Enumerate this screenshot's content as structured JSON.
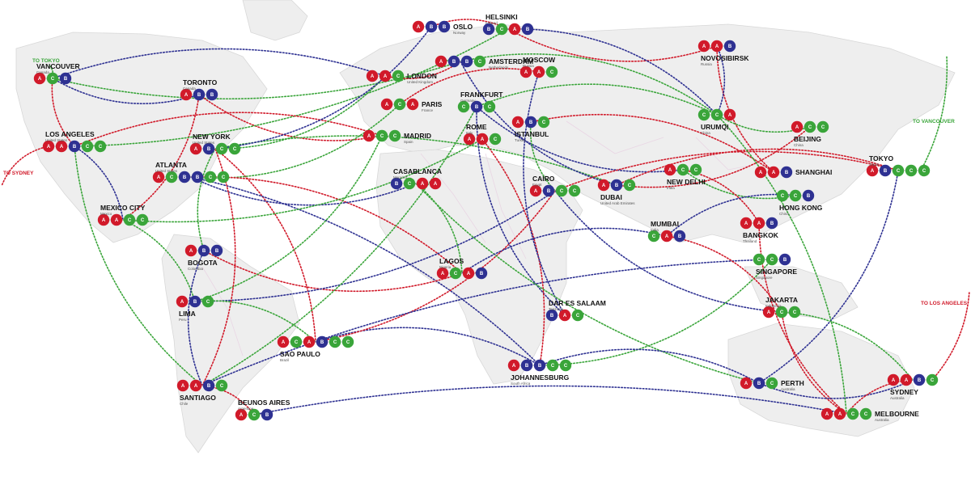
{
  "colors": {
    "A": "#d11a2a",
    "B": "#2e3192",
    "C": "#3aa53a",
    "landmass": "#eeeeee",
    "land_outline": "#d8d8d8",
    "border_line": "#e9d6e4"
  },
  "network": {
    "cities": [
      {
        "id": "vancouver",
        "name": "VANCOUVER",
        "country": "Canada",
        "nodes": [
          "A",
          "C",
          "B"
        ]
      },
      {
        "id": "toronto",
        "name": "TORONTO",
        "country": "Canada",
        "nodes": [
          "A",
          "B",
          "B"
        ]
      },
      {
        "id": "losangeles",
        "name": "LOS ANGELES",
        "country": "United States",
        "nodes": [
          "A",
          "A",
          "B",
          "C",
          "C"
        ]
      },
      {
        "id": "newyork",
        "name": "NEW YORK",
        "country": "United States",
        "nodes": [
          "A",
          "B",
          "C",
          "C"
        ]
      },
      {
        "id": "atlanta",
        "name": "ATLANTA",
        "country": "United States",
        "nodes": [
          "A",
          "C",
          "B",
          "B",
          "C",
          "C"
        ]
      },
      {
        "id": "mexicocity",
        "name": "MEXICO CITY",
        "country": "Mexico",
        "nodes": [
          "A",
          "A",
          "C",
          "C"
        ]
      },
      {
        "id": "bogota",
        "name": "BOGOTA",
        "country": "Colombia",
        "nodes": [
          "A",
          "B",
          "B"
        ]
      },
      {
        "id": "lima",
        "name": "LIMA",
        "country": "Peru",
        "nodes": [
          "A",
          "B",
          "C"
        ]
      },
      {
        "id": "saopaulo",
        "name": "SAO PAULO",
        "country": "Brazil",
        "nodes": [
          "A",
          "C",
          "A",
          "B",
          "C",
          "C"
        ]
      },
      {
        "id": "santiago",
        "name": "SANTIAGO",
        "country": "Chile",
        "nodes": [
          "A",
          "A",
          "B",
          "C"
        ]
      },
      {
        "id": "buenosaires",
        "name": "BEUNOS AIRES",
        "country": "Argentine",
        "nodes": [
          "A",
          "C",
          "B"
        ]
      },
      {
        "id": "oslo",
        "name": "OSLO",
        "country": "Norway",
        "nodes": [
          "A",
          "B",
          "B"
        ]
      },
      {
        "id": "helsinki",
        "name": "HELSINKI",
        "country": "Finland",
        "nodes": [
          "B",
          "C",
          "A",
          "B"
        ]
      },
      {
        "id": "london",
        "name": "LONDON",
        "country": "United Kingdom",
        "nodes": [
          "A",
          "A",
          "C"
        ]
      },
      {
        "id": "amsterdam",
        "name": "AMSTERDAM",
        "country": "Netherlands",
        "nodes": [
          "A",
          "B",
          "B",
          "C"
        ]
      },
      {
        "id": "paris",
        "name": "PARIS",
        "country": "France",
        "nodes": [
          "A",
          "C",
          "A"
        ]
      },
      {
        "id": "frankfurt",
        "name": "FRANKFURT",
        "country": "Germany",
        "nodes": [
          "C",
          "B",
          "C"
        ]
      },
      {
        "id": "madrid",
        "name": "MADRID",
        "country": "Spain",
        "nodes": [
          "A",
          "C",
          "C"
        ]
      },
      {
        "id": "rome",
        "name": "ROME",
        "country": "Italy",
        "nodes": [
          "A",
          "A",
          "C"
        ]
      },
      {
        "id": "moscow",
        "name": "MOSCOW",
        "country": "Russia",
        "nodes": [
          "A",
          "A",
          "C"
        ]
      },
      {
        "id": "istanbul",
        "name": "ISTANBUL",
        "country": "Turkey",
        "nodes": [
          "A",
          "B",
          "C"
        ]
      },
      {
        "id": "casablanca",
        "name": "CASABLANCA",
        "country": "Morocco",
        "nodes": [
          "B",
          "C",
          "A",
          "A"
        ]
      },
      {
        "id": "cairo",
        "name": "CAIRO",
        "country": "Egypt",
        "nodes": [
          "A",
          "B",
          "C",
          "C"
        ]
      },
      {
        "id": "lagos",
        "name": "LAGOS",
        "country": "Nigeria",
        "nodes": [
          "A",
          "C",
          "A",
          "B"
        ]
      },
      {
        "id": "dubai",
        "name": "DUBAI",
        "country": "United Arab Emirates",
        "nodes": [
          "A",
          "B",
          "C"
        ]
      },
      {
        "id": "daressalaam",
        "name": "DAR ES SALAAM",
        "country": "Tanzania",
        "nodes": [
          "B",
          "A",
          "C"
        ]
      },
      {
        "id": "johannesburg",
        "name": "JOHANNESBURG",
        "country": "South Africa",
        "nodes": [
          "A",
          "B",
          "B",
          "C",
          "C"
        ]
      },
      {
        "id": "novosibirsk",
        "name": "NOVOSIBIRSK",
        "country": "Russia",
        "nodes": [
          "A",
          "A",
          "B"
        ]
      },
      {
        "id": "urumqi",
        "name": "URUMQI",
        "country": "China",
        "nodes": [
          "C",
          "C",
          "A"
        ]
      },
      {
        "id": "beijing",
        "name": "BEIJING",
        "country": "China",
        "nodes": [
          "A",
          "C",
          "C"
        ]
      },
      {
        "id": "newdelhi",
        "name": "NEW DELHI",
        "country": "India",
        "nodes": [
          "A",
          "C",
          "C"
        ]
      },
      {
        "id": "shanghai",
        "name": "SHANGHAI",
        "country": "",
        "nodes": [
          "A",
          "A",
          "B"
        ]
      },
      {
        "id": "tokyo",
        "name": "TOKYO",
        "country": "Japan",
        "nodes": [
          "A",
          "B",
          "C",
          "C",
          "C"
        ]
      },
      {
        "id": "hongkong",
        "name": "HONG KONG",
        "country": "China",
        "nodes": [
          "C",
          "C",
          "B"
        ]
      },
      {
        "id": "mumbai",
        "name": "MUMBAI",
        "country": "India",
        "nodes": [
          "C",
          "A",
          "B"
        ]
      },
      {
        "id": "bangkok",
        "name": "BANGKOK",
        "country": "Thailand",
        "nodes": [
          "A",
          "A",
          "B"
        ]
      },
      {
        "id": "singapore",
        "name": "SINGAPORE",
        "country": "Singapore",
        "nodes": [
          "C",
          "C",
          "B"
        ]
      },
      {
        "id": "jakarta",
        "name": "JAKARTA",
        "country": "Indonesia",
        "nodes": [
          "A",
          "C",
          "C"
        ]
      },
      {
        "id": "perth",
        "name": "PERTH",
        "country": "Australia",
        "nodes": [
          "A",
          "B",
          "C"
        ]
      },
      {
        "id": "sydney",
        "name": "SYDNEY",
        "country": "Australia",
        "nodes": [
          "A",
          "A",
          "B",
          "C"
        ]
      },
      {
        "id": "melbourne",
        "name": "MELBOURNE",
        "country": "Australia",
        "nodes": [
          "A",
          "A",
          "C",
          "C"
        ]
      }
    ],
    "edge_labels": [
      {
        "text": "TO TOKYO",
        "color": "C"
      },
      {
        "text": "TO SYDNEY",
        "color": "A"
      },
      {
        "text": "TO VANCOUVER",
        "color": "C"
      },
      {
        "text": "TO LOS ANGELES",
        "color": "A"
      }
    ],
    "connections": [
      [
        "vancouver",
        "amsterdam",
        "C"
      ],
      [
        "vancouver",
        "london",
        "B"
      ],
      [
        "vancouver",
        "losangeles",
        "A"
      ],
      [
        "toronto",
        "vancouver",
        "B"
      ],
      [
        "toronto",
        "madrid",
        "A"
      ],
      [
        "toronto",
        "mexicocity",
        "A"
      ],
      [
        "losangeles",
        "helsinki",
        "C"
      ],
      [
        "losangeles",
        "madrid",
        "A"
      ],
      [
        "losangeles",
        "santiago",
        "C"
      ],
      [
        "losangeles",
        "mexicocity",
        "B"
      ],
      [
        "newyork",
        "london",
        "C"
      ],
      [
        "newyork",
        "dubai",
        "C"
      ],
      [
        "newyork",
        "oslo",
        "B"
      ],
      [
        "newyork",
        "saopaulo",
        "A"
      ],
      [
        "atlanta",
        "paris",
        "C"
      ],
      [
        "atlanta",
        "lagos",
        "A"
      ],
      [
        "atlanta",
        "casablanca",
        "B"
      ],
      [
        "atlanta",
        "johannesburg",
        "B"
      ],
      [
        "mexicocity",
        "rome",
        "C"
      ],
      [
        "mexicocity",
        "lima",
        "C"
      ],
      [
        "bogota",
        "lagos",
        "A"
      ],
      [
        "bogota",
        "newyork",
        "C"
      ],
      [
        "lima",
        "cairo",
        "B"
      ],
      [
        "lima",
        "saopaulo",
        "C"
      ],
      [
        "lima",
        "madrid",
        "C"
      ],
      [
        "saopaulo",
        "johannesburg",
        "B"
      ],
      [
        "saopaulo",
        "cairo",
        "A"
      ],
      [
        "santiago",
        "bogota",
        "B"
      ],
      [
        "santiago",
        "frankfurt",
        "C"
      ],
      [
        "santiago",
        "singapore",
        "B"
      ],
      [
        "santiago",
        "newyork",
        "A"
      ],
      [
        "buenosaires",
        "melbourne",
        "B"
      ],
      [
        "buenosaires",
        "santiago",
        "A"
      ],
      [
        "oslo",
        "helsinki",
        "A"
      ],
      [
        "helsinki",
        "novosibirsk",
        "A"
      ],
      [
        "helsinki",
        "urumqi",
        "B"
      ],
      [
        "london",
        "amsterdam",
        "A"
      ],
      [
        "amsterdam",
        "urumqi",
        "C"
      ],
      [
        "amsterdam",
        "dubai",
        "B"
      ],
      [
        "paris",
        "moscow",
        "A"
      ],
      [
        "frankfurt",
        "newdelhi",
        "B"
      ],
      [
        "frankfurt",
        "urumqi",
        "C"
      ],
      [
        "frankfurt",
        "daressalaam",
        "B"
      ],
      [
        "rome",
        "johannesburg",
        "A"
      ],
      [
        "moscow",
        "daressalaam",
        "B"
      ],
      [
        "istanbul",
        "shanghai",
        "A"
      ],
      [
        "istanbul",
        "cairo",
        "C"
      ],
      [
        "casablanca",
        "lagos",
        "C"
      ],
      [
        "casablanca",
        "perth",
        "C"
      ],
      [
        "cairo",
        "tokyo",
        "A"
      ],
      [
        "cairo",
        "jakarta",
        "B"
      ],
      [
        "lagos",
        "mumbai",
        "B"
      ],
      [
        "dubai",
        "beijing",
        "A"
      ],
      [
        "dubai",
        "tokyo",
        "A"
      ],
      [
        "johannesburg",
        "singapore",
        "C"
      ],
      [
        "johannesburg",
        "perth",
        "B"
      ],
      [
        "novosibirsk",
        "shanghai",
        "A"
      ],
      [
        "novosibirsk",
        "urumqi",
        "B"
      ],
      [
        "urumqi",
        "beijing",
        "C"
      ],
      [
        "urumqi",
        "melbourne",
        "C"
      ],
      [
        "newdelhi",
        "hongkong",
        "C"
      ],
      [
        "newdelhi",
        "bangkok",
        "A"
      ],
      [
        "hongkong",
        "mumbai",
        "B"
      ],
      [
        "tokyo",
        "perth",
        "B"
      ],
      [
        "bangkok",
        "melbourne",
        "A"
      ],
      [
        "mumbai",
        "jakarta",
        "A"
      ],
      [
        "jakarta",
        "melbourne",
        "A"
      ],
      [
        "jakarta",
        "sydney",
        "C"
      ],
      [
        "perth",
        "sydney",
        "B"
      ],
      [
        "melbourne",
        "sydney",
        "A"
      ]
    ]
  }
}
